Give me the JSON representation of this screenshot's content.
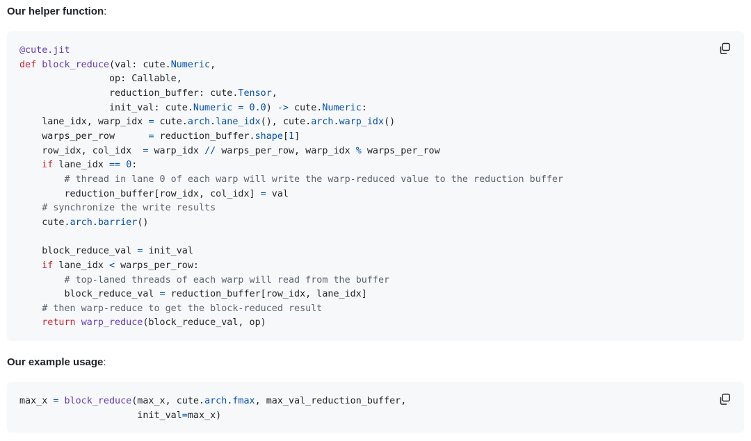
{
  "helper_heading": "Our helper function",
  "usage_heading": "Our example usage",
  "heading_colon": ":",
  "helper_code": [
    [
      [
        "dec",
        "@cute.jit"
      ]
    ],
    [
      [
        "kw",
        "def "
      ],
      [
        "fn",
        "block_reduce"
      ],
      [
        "p",
        "(val: cute."
      ],
      [
        "ty",
        "Numeric"
      ],
      [
        "p",
        ","
      ]
    ],
    [
      [
        "p",
        "                op: Callable,"
      ]
    ],
    [
      [
        "p",
        "                reduction_buffer: cute."
      ],
      [
        "ty",
        "Tensor"
      ],
      [
        "p",
        ","
      ]
    ],
    [
      [
        "p",
        "                init_val: cute."
      ],
      [
        "ty",
        "Numeric"
      ],
      [
        "p",
        " "
      ],
      [
        "op",
        "="
      ],
      [
        "p",
        " "
      ],
      [
        "ty",
        "0.0"
      ],
      [
        "p",
        ") "
      ],
      [
        "op",
        "->"
      ],
      [
        "p",
        " cute."
      ],
      [
        "ty",
        "Numeric"
      ],
      [
        "p",
        ":"
      ]
    ],
    [
      [
        "p",
        "    lane_idx, warp_idx "
      ],
      [
        "op",
        "="
      ],
      [
        "p",
        " cute."
      ],
      [
        "ty",
        "arch"
      ],
      [
        "p",
        "."
      ],
      [
        "ty",
        "lane_idx"
      ],
      [
        "p",
        "(), cute."
      ],
      [
        "ty",
        "arch"
      ],
      [
        "p",
        "."
      ],
      [
        "ty",
        "warp_idx"
      ],
      [
        "p",
        "()"
      ]
    ],
    [
      [
        "p",
        "    warps_per_row      "
      ],
      [
        "op",
        "="
      ],
      [
        "p",
        " reduction_buffer."
      ],
      [
        "ty",
        "shape"
      ],
      [
        "p",
        "["
      ],
      [
        "ty",
        "1"
      ],
      [
        "p",
        "]"
      ]
    ],
    [
      [
        "p",
        "    row_idx, col_idx  "
      ],
      [
        "op",
        "="
      ],
      [
        "p",
        " warp_idx "
      ],
      [
        "op",
        "//"
      ],
      [
        "p",
        " warps_per_row, warp_idx "
      ],
      [
        "op",
        "%"
      ],
      [
        "p",
        " warps_per_row"
      ]
    ],
    [
      [
        "p",
        "    "
      ],
      [
        "kw",
        "if"
      ],
      [
        "p",
        " lane_idx "
      ],
      [
        "op",
        "=="
      ],
      [
        "p",
        " "
      ],
      [
        "ty",
        "0"
      ],
      [
        "p",
        ":"
      ]
    ],
    [
      [
        "cm",
        "        # thread in lane 0 of each warp will write the warp-reduced value to the reduction buffer"
      ]
    ],
    [
      [
        "p",
        "        reduction_buffer[row_idx, col_idx] "
      ],
      [
        "op",
        "="
      ],
      [
        "p",
        " val"
      ]
    ],
    [
      [
        "cm",
        "    # synchronize the write results"
      ]
    ],
    [
      [
        "p",
        "    cute."
      ],
      [
        "ty",
        "arch"
      ],
      [
        "p",
        "."
      ],
      [
        "ty",
        "barrier"
      ],
      [
        "p",
        "()"
      ]
    ],
    [
      [
        "p",
        ""
      ]
    ],
    [
      [
        "p",
        "    block_reduce_val "
      ],
      [
        "op",
        "="
      ],
      [
        "p",
        " init_val"
      ]
    ],
    [
      [
        "p",
        "    "
      ],
      [
        "kw",
        "if"
      ],
      [
        "p",
        " lane_idx "
      ],
      [
        "op",
        "<"
      ],
      [
        "p",
        " warps_per_row:"
      ]
    ],
    [
      [
        "cm",
        "        # top-laned threads of each warp will read from the buffer"
      ]
    ],
    [
      [
        "p",
        "        block_reduce_val "
      ],
      [
        "op",
        "="
      ],
      [
        "p",
        " reduction_buffer[row_idx, lane_idx]"
      ]
    ],
    [
      [
        "cm",
        "    # then warp-reduce to get the block-reduced result"
      ]
    ],
    [
      [
        "p",
        "    "
      ],
      [
        "kw",
        "return"
      ],
      [
        "p",
        " "
      ],
      [
        "fn",
        "warp_reduce"
      ],
      [
        "p",
        "(block_reduce_val, op)"
      ]
    ]
  ],
  "usage_code": [
    [
      [
        "p",
        "max_x "
      ],
      [
        "op",
        "="
      ],
      [
        "p",
        " "
      ],
      [
        "fn",
        "block_reduce"
      ],
      [
        "p",
        "(max_x, cute."
      ],
      [
        "ty",
        "arch"
      ],
      [
        "p",
        "."
      ],
      [
        "ty",
        "fmax"
      ],
      [
        "p",
        ", max_val_reduction_buffer,"
      ]
    ],
    [
      [
        "p",
        "                     init_val"
      ],
      [
        "op",
        "="
      ],
      [
        "p",
        "max_x)"
      ]
    ]
  ],
  "icons": {
    "copy": "copy-icon"
  }
}
